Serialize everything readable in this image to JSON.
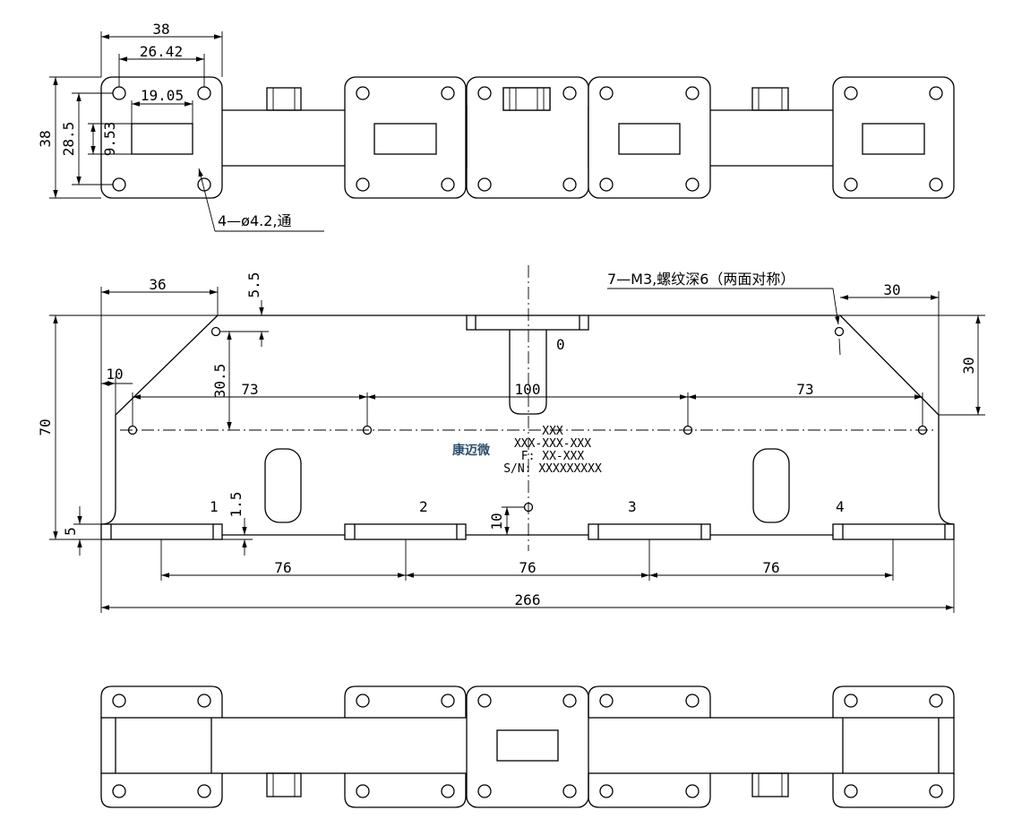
{
  "top_view": {
    "dims": {
      "width_38": "38",
      "hole_pitch_26_42": "26.42",
      "guide_width_19_05": "19.05",
      "height_38": "38",
      "hole_pitch_28_5": "28.5",
      "guide_height_9_53": "9.53"
    },
    "hole_note": "4—ø4.2,通"
  },
  "front_view": {
    "thread_note": "7—M3,螺纹深6（两面对称）",
    "dims": {
      "d36": "36",
      "d5_5": "5.5",
      "d30_top": "30",
      "d30_side": "30",
      "d10_left": "10",
      "d30_5": "30.5",
      "d73_left": "73",
      "d100": "100",
      "d73_right": "73",
      "d70": "70",
      "d1_5": "1.5",
      "d5": "5",
      "d10_mid": "10",
      "d76_a": "76",
      "d76_b": "76",
      "d76_c": "76",
      "d266": "266"
    },
    "port_labels": [
      "0",
      "1",
      "2",
      "3",
      "4"
    ],
    "label_plate": {
      "logo": "康迈微",
      "line1": "XXX",
      "line2": "XXX-XXX-XXX",
      "line3": "F: XX-XXX",
      "line4": "S/N: XXXXXXXXX"
    }
  }
}
